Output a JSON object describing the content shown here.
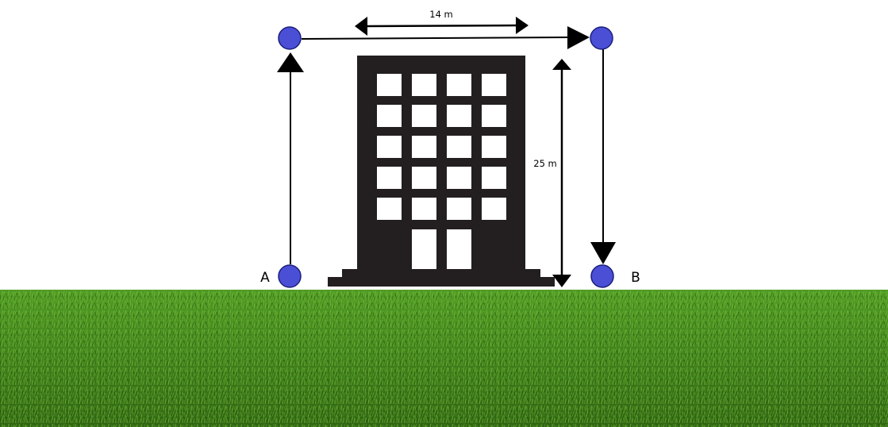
{
  "diagram": {
    "width_label": "14 m",
    "height_label": "25 m",
    "point_a_label": "A",
    "point_b_label": "B"
  },
  "colors": {
    "point_fill": "#4a4fd6",
    "point_stroke": "#1c1f7a",
    "building": "#231f20",
    "arrow": "#000000",
    "grass": "#3f7d1c"
  },
  "icons": {
    "building": "building-icon",
    "ground": "grass-texture"
  }
}
